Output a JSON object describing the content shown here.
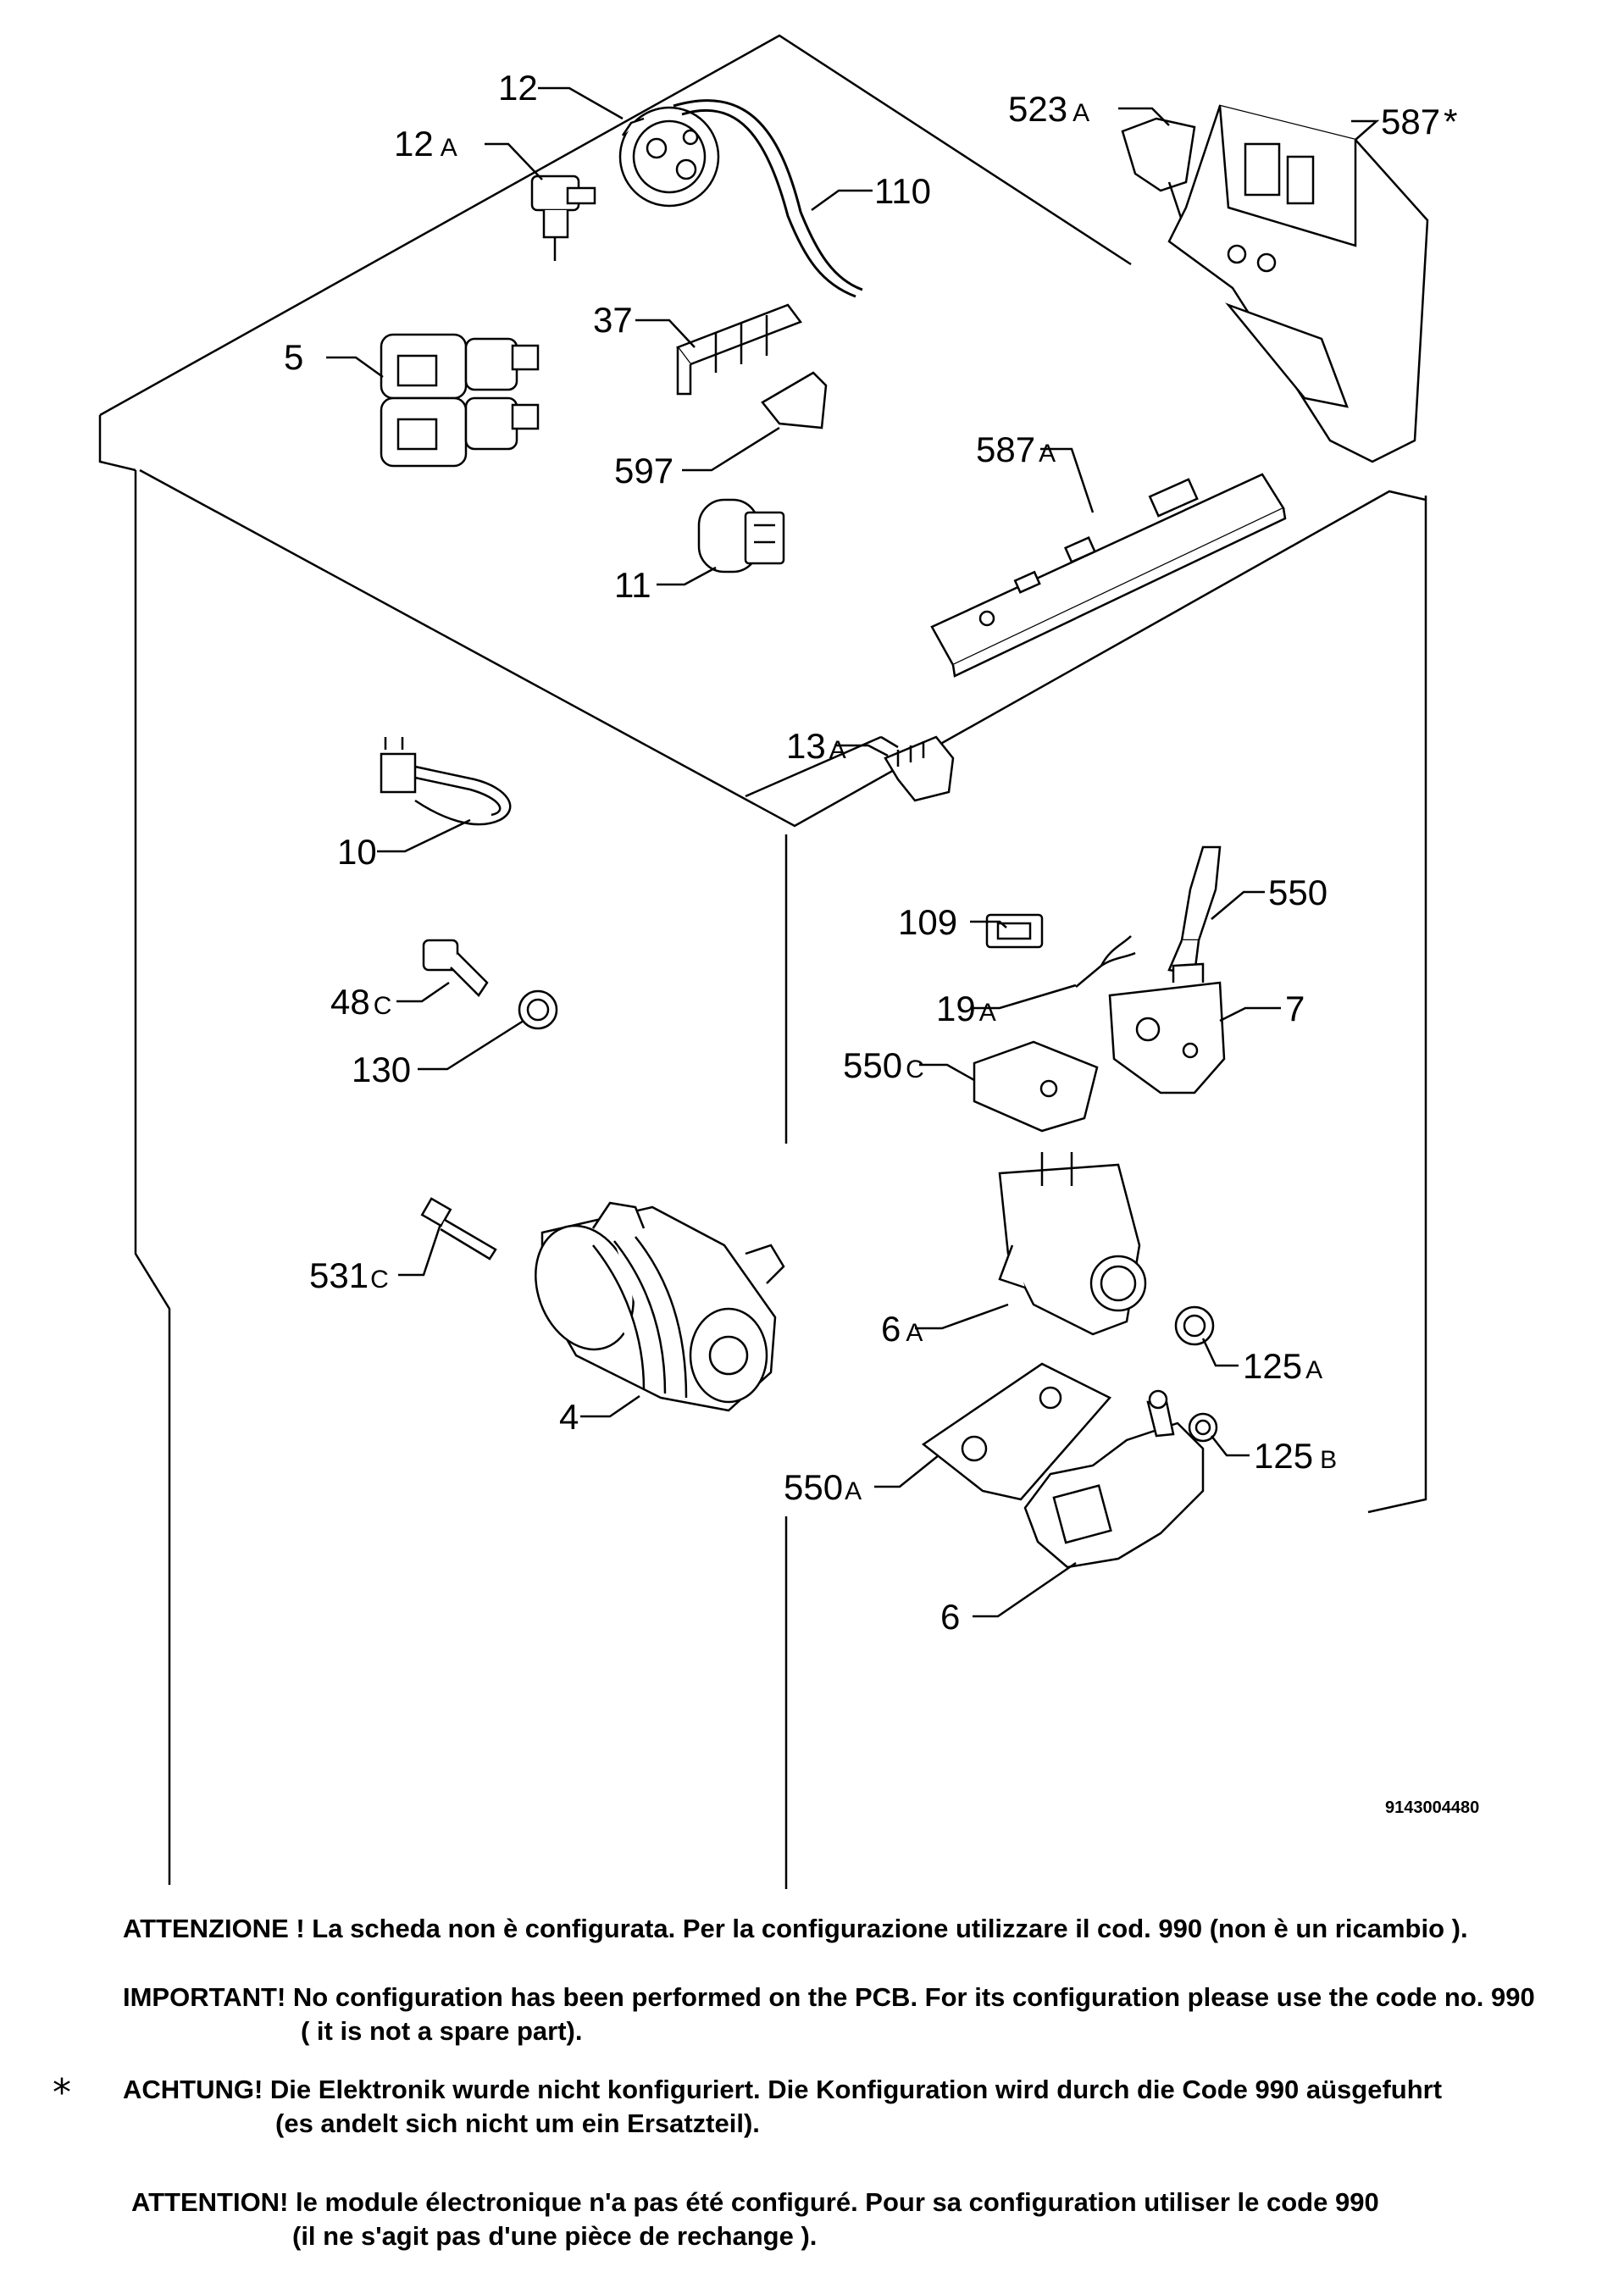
{
  "diagram": {
    "labels": {
      "l12": "12",
      "l12a": "12",
      "l12a_suffix": "A",
      "l110": "110",
      "l523a": "523",
      "l523a_suffix": "A",
      "l587star": "587",
      "l587star_suffix": "*",
      "l37": "37",
      "l5": "5",
      "l597": "597",
      "l587a": "587",
      "l587a_suffix": "A",
      "l11": "11",
      "l13a": "13",
      "l13a_suffix": "A",
      "l10": "10",
      "l550": "550",
      "l109": "109",
      "l19a": "19",
      "l19a_suffix": "A",
      "l48c": "48",
      "l48c_suffix": "C",
      "l7": "7",
      "l130": "130",
      "l550c": "550",
      "l550c_suffix": "C",
      "l531c": "531",
      "l531c_suffix": "C",
      "l6a": "6",
      "l6a_suffix": "A",
      "l125a": "125",
      "l125a_suffix": "A",
      "l4": "4",
      "l125b": "125",
      "l125b_suffix": "B",
      "l550a": "550",
      "l550a_suffix": "A",
      "l6": "6"
    },
    "drawing_number": "9143004480"
  },
  "notes": {
    "it": "ATTENZIONE ! La scheda non è  configurata. Per la configurazione utilizzare il cod. 990 (non è un ricambio ).",
    "en_line1": "IMPORTANT! No configuration has been performed on the PCB. For its configuration please use the code no. 990",
    "en_line2": "( it is not a spare part).",
    "star_symbol": "*",
    "de_line1": "ACHTUNG! Die Elektronik wurde nicht konfiguriert. Die Konfiguration wird durch die Code 990 aüsgefuhrt",
    "de_line2": "(es andelt sich nicht um ein Ersatzteil).",
    "fr_line1": "ATTENTION! le module électronique n'a pas été configuré. Pour  sa configuration utiliser le code 990",
    "fr_line2": "(il ne s'agit pas d'une pièce de rechange )."
  }
}
